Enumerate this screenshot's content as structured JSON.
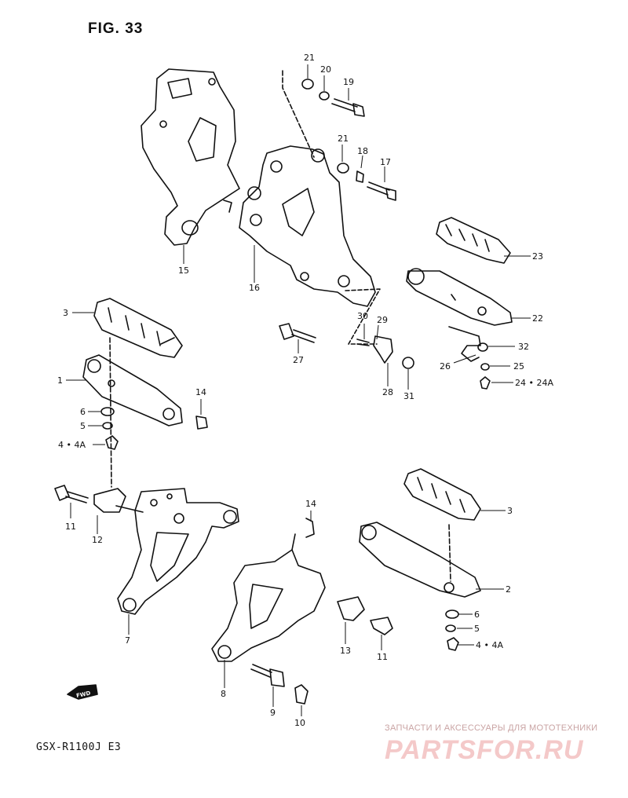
{
  "figure_title": "FIG. 33",
  "model_code": "GSX-R1100J E3",
  "fwd_label": "FWD",
  "watermark": {
    "caption": "ЗАПЧАСТИ И АКСЕССУАРЫ ДЛЯ МОТОТЕХНИКИ",
    "logo": "PARTSFOR.RU"
  },
  "callouts": [
    "21",
    "20",
    "19",
    "21",
    "18",
    "17",
    "15",
    "16",
    "23",
    "22",
    "32",
    "25",
    "24 • 24A",
    "26",
    "30",
    "29",
    "27",
    "28",
    "31",
    "3",
    "1",
    "14",
    "6",
    "5",
    "4 • 4A",
    "11",
    "12",
    "7",
    "14",
    "3",
    "2",
    "6",
    "5",
    "4 • 4A",
    "13",
    "11",
    "8",
    "9",
    "10"
  ],
  "colors": {
    "ink": "#111111",
    "watermark": "#f4c9c9"
  }
}
